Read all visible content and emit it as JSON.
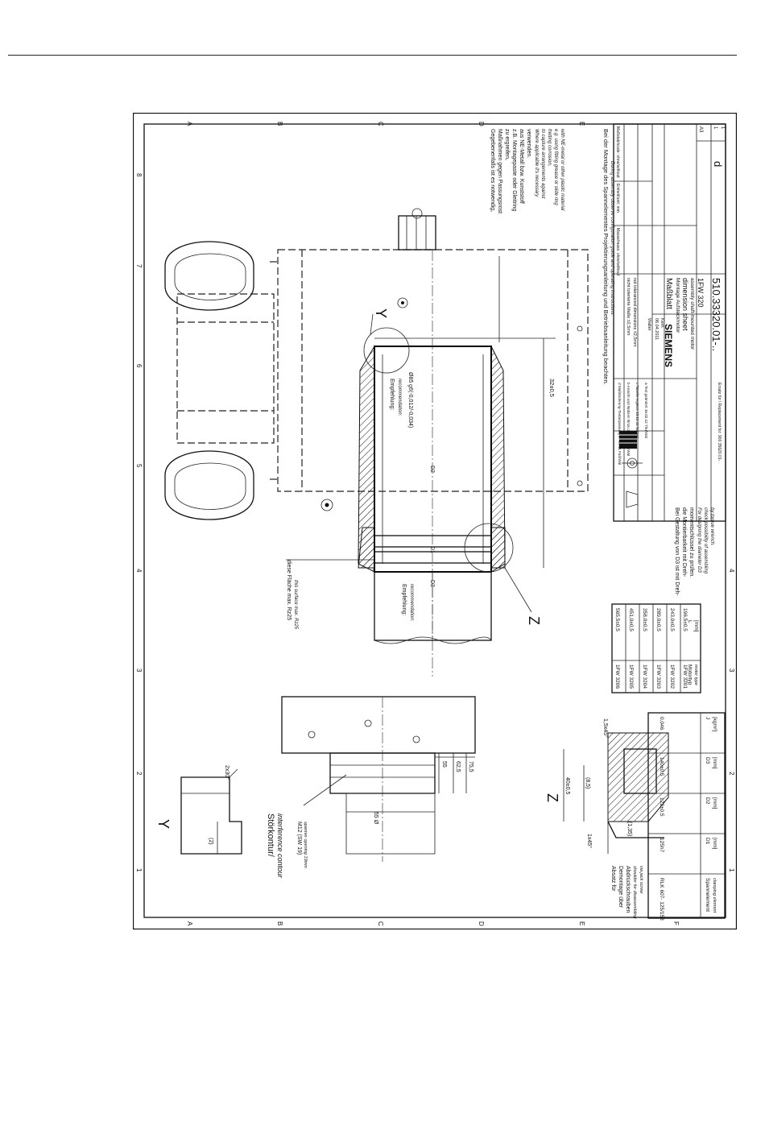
{
  "zones": {
    "rows": [
      "A",
      "B",
      "C",
      "D",
      "E",
      "F"
    ],
    "cols": [
      "8",
      "7",
      "6",
      "5",
      "4",
      "3",
      "2",
      "1"
    ]
  },
  "notes": {
    "main_de": "Bei der Montage des Spannelementes Projektierungsanleitung und Betriebsanleitung beachten.",
    "main_en": "During assembly observe configuration guide and operating instructions.",
    "fretting_de": [
      "Gegebenenfalls ist es notwendig,",
      "Maßnahmen gegen Passungsrost",
      "zu ergreifen,",
      "z.B. Montagepaste oder Gleitring",
      "aus NE-Metall bzw. Kunststoff",
      "verwenden."
    ],
    "fretting_en": [
      "Where applicable it's necessary",
      "to capture arrangements against",
      "fretting corrosion,",
      "e.g. using fitting grease or slide ring",
      "with NE-metal or other plastic material"
    ],
    "recommend_de": "Empfehlung:",
    "recommend_en": "recommendation:",
    "fit": "Ø85 g6(-0,012/-0,034)",
    "surface_de": "diese Fläche max. Rz25",
    "surface_en": "this surface max. Rz25",
    "d3_de": [
      "Bei Gestaltung von D3 ist mit Dreh-",
      "die Montierbarkeit mit Dreh-",
      "momentschlüssel zu prüfen."
    ],
    "d3_en": [
      "For designing the diameter D3",
      "check possibility of assembling",
      "by torque wrench."
    ],
    "interference_de": "Störkontur/",
    "interference_en": "interference contour",
    "m12": "M12 (SW 19)",
    "spanner": "spanner opening 19mm",
    "shoulder_de": [
      "Absatz für",
      "Demontage über",
      "Abdrückschrauben"
    ],
    "shoulder_en": [
      "shoulder for disassembling",
      "via jack screw"
    ]
  },
  "labels": {
    "view_y": "Y",
    "view_z": "Z",
    "d1": "D1",
    "d2": "D2",
    "d3": "D3",
    "dim_32": "32±0,5",
    "dim_55": "55",
    "dim_625": "62,5",
    "dim_755": "75,5",
    "dim_55d": "55 Ø",
    "dim_40": "40±0,5",
    "dim_85": "(8,5)",
    "dim_135": "(1,35)",
    "dim_15x45": "1,5x45°",
    "dim_1x45": "1x45°",
    "dim_2x30": "2x30°",
    "dim_2": "(2)"
  },
  "motor_table": {
    "rows": [
      {
        "type": "1FW 3206",
        "L": "565,5±0,5"
      },
      {
        "type": "1FW 3205",
        "L": "451,0±0,5"
      },
      {
        "type": "1FW 3204",
        "L": "358,0±0,5"
      },
      {
        "type": "1FW 3203",
        "L": "289,0±0,5"
      },
      {
        "type": "1FW 3202",
        "L": "243,0±0,5"
      },
      {
        "type": "1FW 3201",
        "L": "196,5±0,5"
      }
    ],
    "head_type_de": "Motortyp",
    "head_type_en": "motor type",
    "head_l": "L",
    "head_l_unit": "[mm]"
  },
  "element_table": {
    "head": {
      "name_de": "Spannelement",
      "name_en": "clamping element",
      "d1": "D1",
      "d2": "D2",
      "d3": "D3",
      "j": "J",
      "mm": "[mm]",
      "jm": "[kgm²]"
    },
    "row": {
      "name": "RLK 607- 125/153",
      "d1": "125h7",
      "d2": "122±0,5",
      "d3": "140±0,5",
      "j": "0,046"
    }
  },
  "title_block": {
    "scale": "Maßstab/scale: ohne/without",
    "unit": "Einheit/unit: mm",
    "mass": "Masse/mass: ohne/without",
    "tol_de": "nicht tolerierte Maße ±2,5mm",
    "tol_en": "not toleranced dimensions ±2,5mm",
    "rev_rows": [
      "d Maßänderung-Textanpassung  27.04.11  Fuß/Wal",
      "b Ansicht und Notizen hinzu  30.08.11  Sz/Wal",
      "c Tabelle ergänzt  13.12.11  Sz/Wal",
      "a Text geändert  16.02.12  Thu/Wal"
    ],
    "drawn": "06.04.2011",
    "drawn_by": "Kern",
    "checked_by": "Walter",
    "title_de": "Maßblatt",
    "subtitle_de": "Montage Aufsteckmotor",
    "title_en": "dimension sheet",
    "subtitle_en": "assembly shaft-mounted motor",
    "motor": "1FW 320",
    "brand": "SIEMENS",
    "doc_no": "510.33320.01-..",
    "rev": "d",
    "replacement": "Ersatz für / Replacement for: 900.35620.01-..",
    "format": "A3",
    "sheet": "1",
    "sheets": "1"
  }
}
